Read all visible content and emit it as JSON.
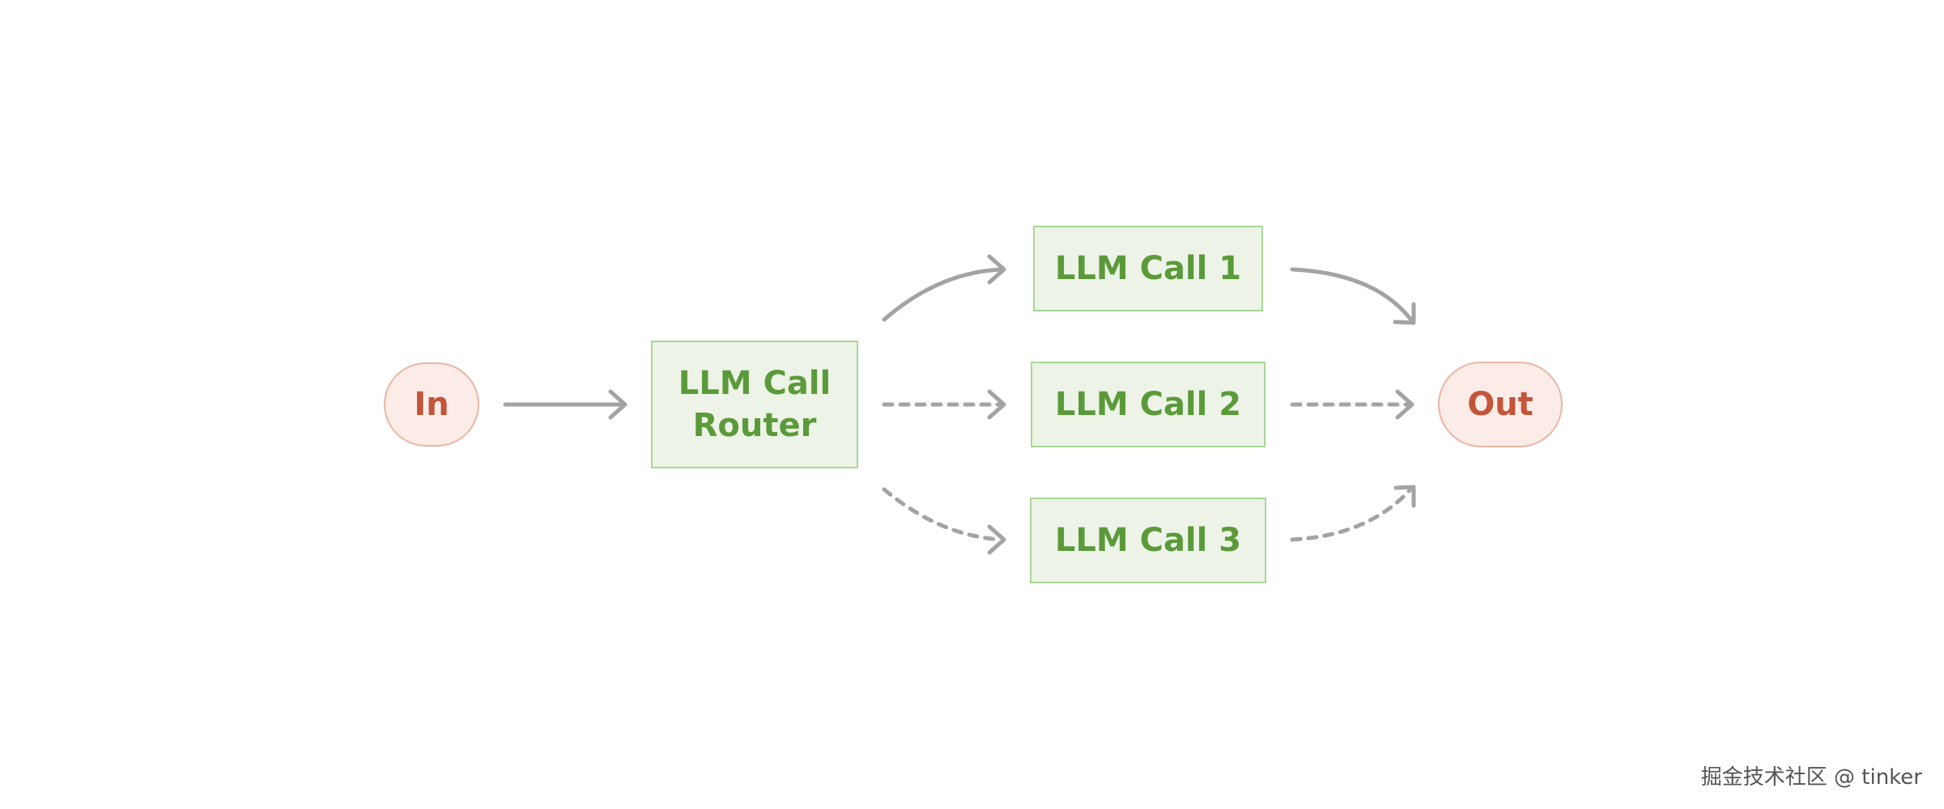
{
  "diagram": {
    "nodes": {
      "input": "In",
      "router": "LLM Call\nRouter",
      "call_1": "LLM Call 1",
      "call_2": "LLM Call 2",
      "call_3": "LLM Call 3",
      "output": "Out"
    },
    "edges": [
      {
        "from": "input",
        "to": "router",
        "style": "solid"
      },
      {
        "from": "router",
        "to": "call_1",
        "style": "solid"
      },
      {
        "from": "router",
        "to": "call_2",
        "style": "dashed"
      },
      {
        "from": "router",
        "to": "call_3",
        "style": "dashed"
      },
      {
        "from": "call_1",
        "to": "output",
        "style": "solid"
      },
      {
        "from": "call_2",
        "to": "output",
        "style": "dashed"
      },
      {
        "from": "call_3",
        "to": "output",
        "style": "dashed"
      }
    ]
  },
  "colors": {
    "io_fill": "#fbece8",
    "io_border": "#e9b6a4",
    "io_text": "#c2553a",
    "llm_fill": "#edf4e7",
    "llm_border": "#a9d696",
    "llm_text": "#5b9a3a",
    "arrow": "#a3a3a3"
  },
  "watermark": "掘金技术社区 @ tinker"
}
